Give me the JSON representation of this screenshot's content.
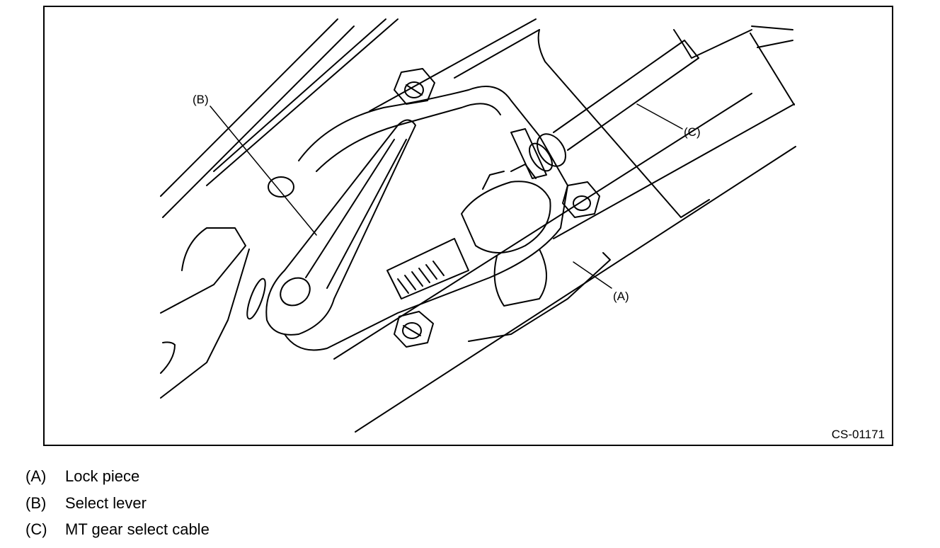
{
  "figure": {
    "code": "CS-01171",
    "callouts": [
      {
        "key": "(B)"
      },
      {
        "key": "(C)"
      },
      {
        "key": "(A)"
      }
    ]
  },
  "legend": [
    {
      "key": "(A)",
      "label": "Lock piece"
    },
    {
      "key": "(B)",
      "label": "Select lever"
    },
    {
      "key": "(C)",
      "label": "MT gear select cable"
    }
  ],
  "colors": {
    "line": "#000000",
    "background": "#ffffff"
  }
}
